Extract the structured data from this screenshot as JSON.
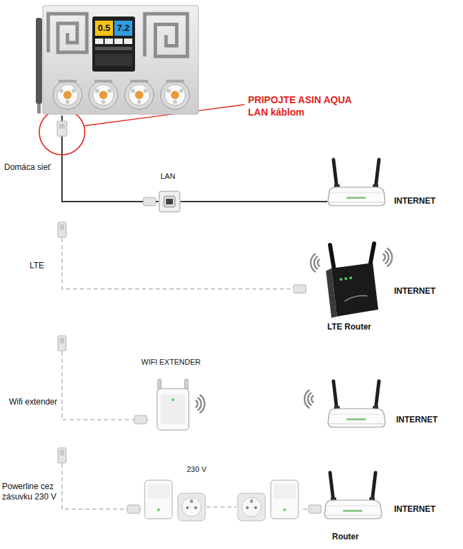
{
  "diagram": {
    "nodes": [
      {
        "text": [
          "0.5",
          "7.2"
        ]
      },
      {
        "text": [
          "LAN"
        ]
      },
      {
        "text": [
          "INTERNET"
        ]
      },
      {
        "text": [
          "LTE"
        ]
      },
      {
        "text": [
          "INTERNET",
          "LTE Router"
        ]
      },
      {
        "text": [
          "Wifi extender"
        ]
      },
      {
        "text": [
          "WIFI EXTENDER"
        ]
      },
      {
        "text": [
          "INTERNET"
        ]
      },
      {
        "text": [
          "Powerline cez zásuvku 230 V"
        ]
      },
      {
        "text": [
          "230 V"
        ]
      },
      {
        "text": [
          "INTERNET",
          "Router"
        ]
      }
    ],
    "edges": [
      {
        "from": 0,
        "to": 1,
        "arrow": "none"
      },
      {
        "from": 1,
        "to": 2,
        "arrow": "none"
      },
      {
        "from": 3,
        "to": 4,
        "arrow": "none"
      },
      {
        "from": 5,
        "to": 6,
        "arrow": "none"
      },
      {
        "from": 8,
        "to": 9,
        "arrow": "none"
      },
      {
        "from": 9,
        "to": 10,
        "arrow": "none"
      }
    ],
    "labels": [
      "PRIPOJTE ASIN AQUA LAN káblom",
      "Domáca sieť"
    ]
  }
}
